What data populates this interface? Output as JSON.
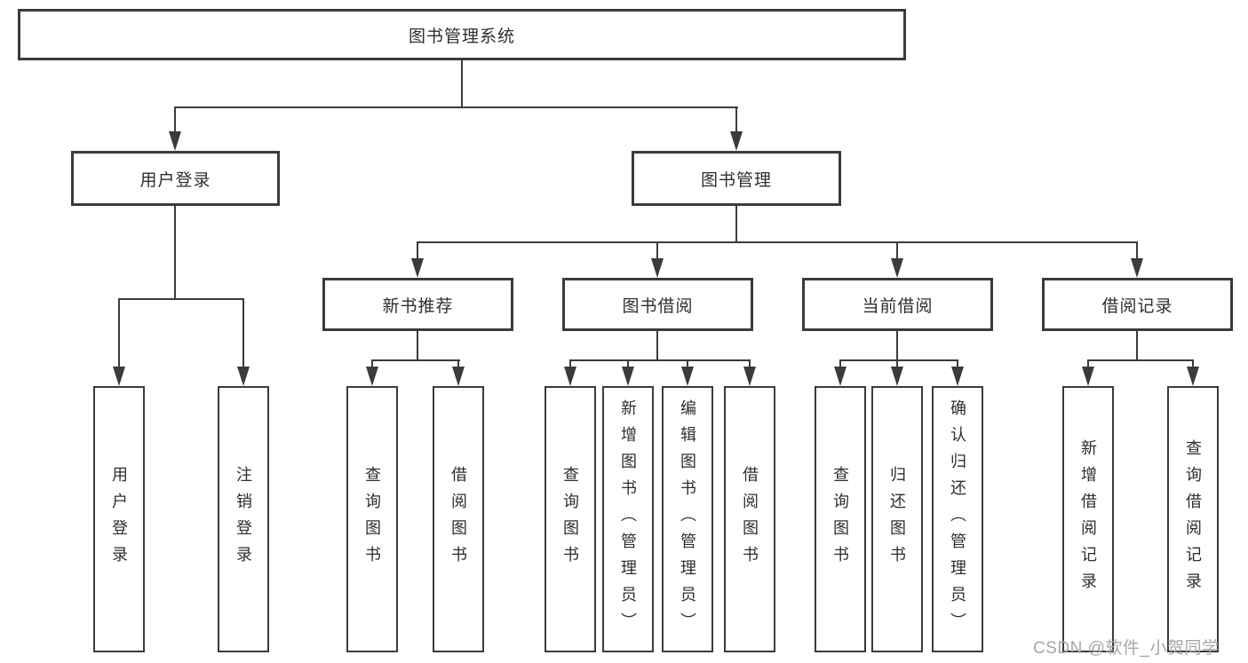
{
  "diagram_title": "图书管理系统",
  "nodes": {
    "root": {
      "label": "图书管理系统"
    },
    "user_login": {
      "label": "用户登录"
    },
    "book_management": {
      "label": "图书管理"
    },
    "new_book_recommend": {
      "label": "新书推荐"
    },
    "book_borrowing": {
      "label": "图书借阅"
    },
    "current_borrowing": {
      "label": "当前借阅"
    },
    "borrowing_records": {
      "label": "借阅记录"
    },
    "leaf_user_login": {
      "label": "用户登录"
    },
    "leaf_logout": {
      "label": "注销登录"
    },
    "leaf_nbr_query_books": {
      "label": "查询图书"
    },
    "leaf_nbr_borrow_books": {
      "label": "借阅图书"
    },
    "leaf_bb_query_books": {
      "label": "查询图书"
    },
    "leaf_bb_add_books": {
      "label": "新增图书（管理员）"
    },
    "leaf_bb_edit_books": {
      "label": "编辑图书（管理员）"
    },
    "leaf_bb_borrow_books": {
      "label": "借阅图书"
    },
    "leaf_cb_query_books": {
      "label": "查询图书"
    },
    "leaf_cb_return_books": {
      "label": "归还图书"
    },
    "leaf_cb_confirm_return": {
      "label": "确认归还（管理员）"
    },
    "leaf_br_add_record": {
      "label": "新增借阅记录"
    },
    "leaf_br_query_record": {
      "label": "查询借阅记录"
    }
  },
  "watermark": {
    "text": "CSDN @软件_小贺同学"
  },
  "colors": {
    "line": "#3b3b3b",
    "text": "#2e2e2e",
    "watermark": "#a6a6ab",
    "background": "#ffffff"
  }
}
